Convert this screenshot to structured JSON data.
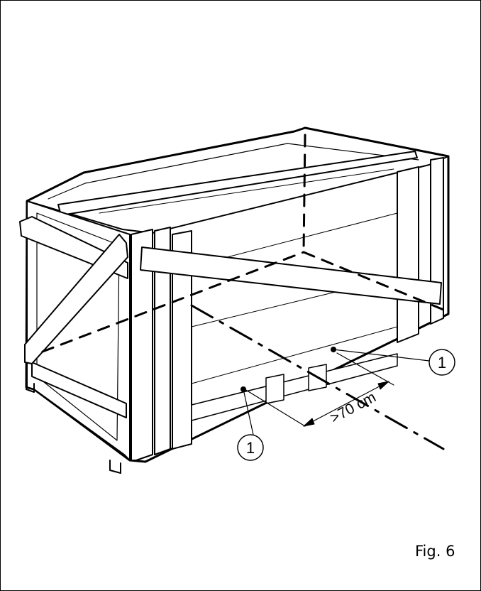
{
  "figure": {
    "label": "Fig. 6",
    "dimension_label": ">70 cm",
    "callouts": [
      "1",
      "1"
    ]
  },
  "colors": {
    "line": "#000000",
    "background": "#ffffff"
  }
}
